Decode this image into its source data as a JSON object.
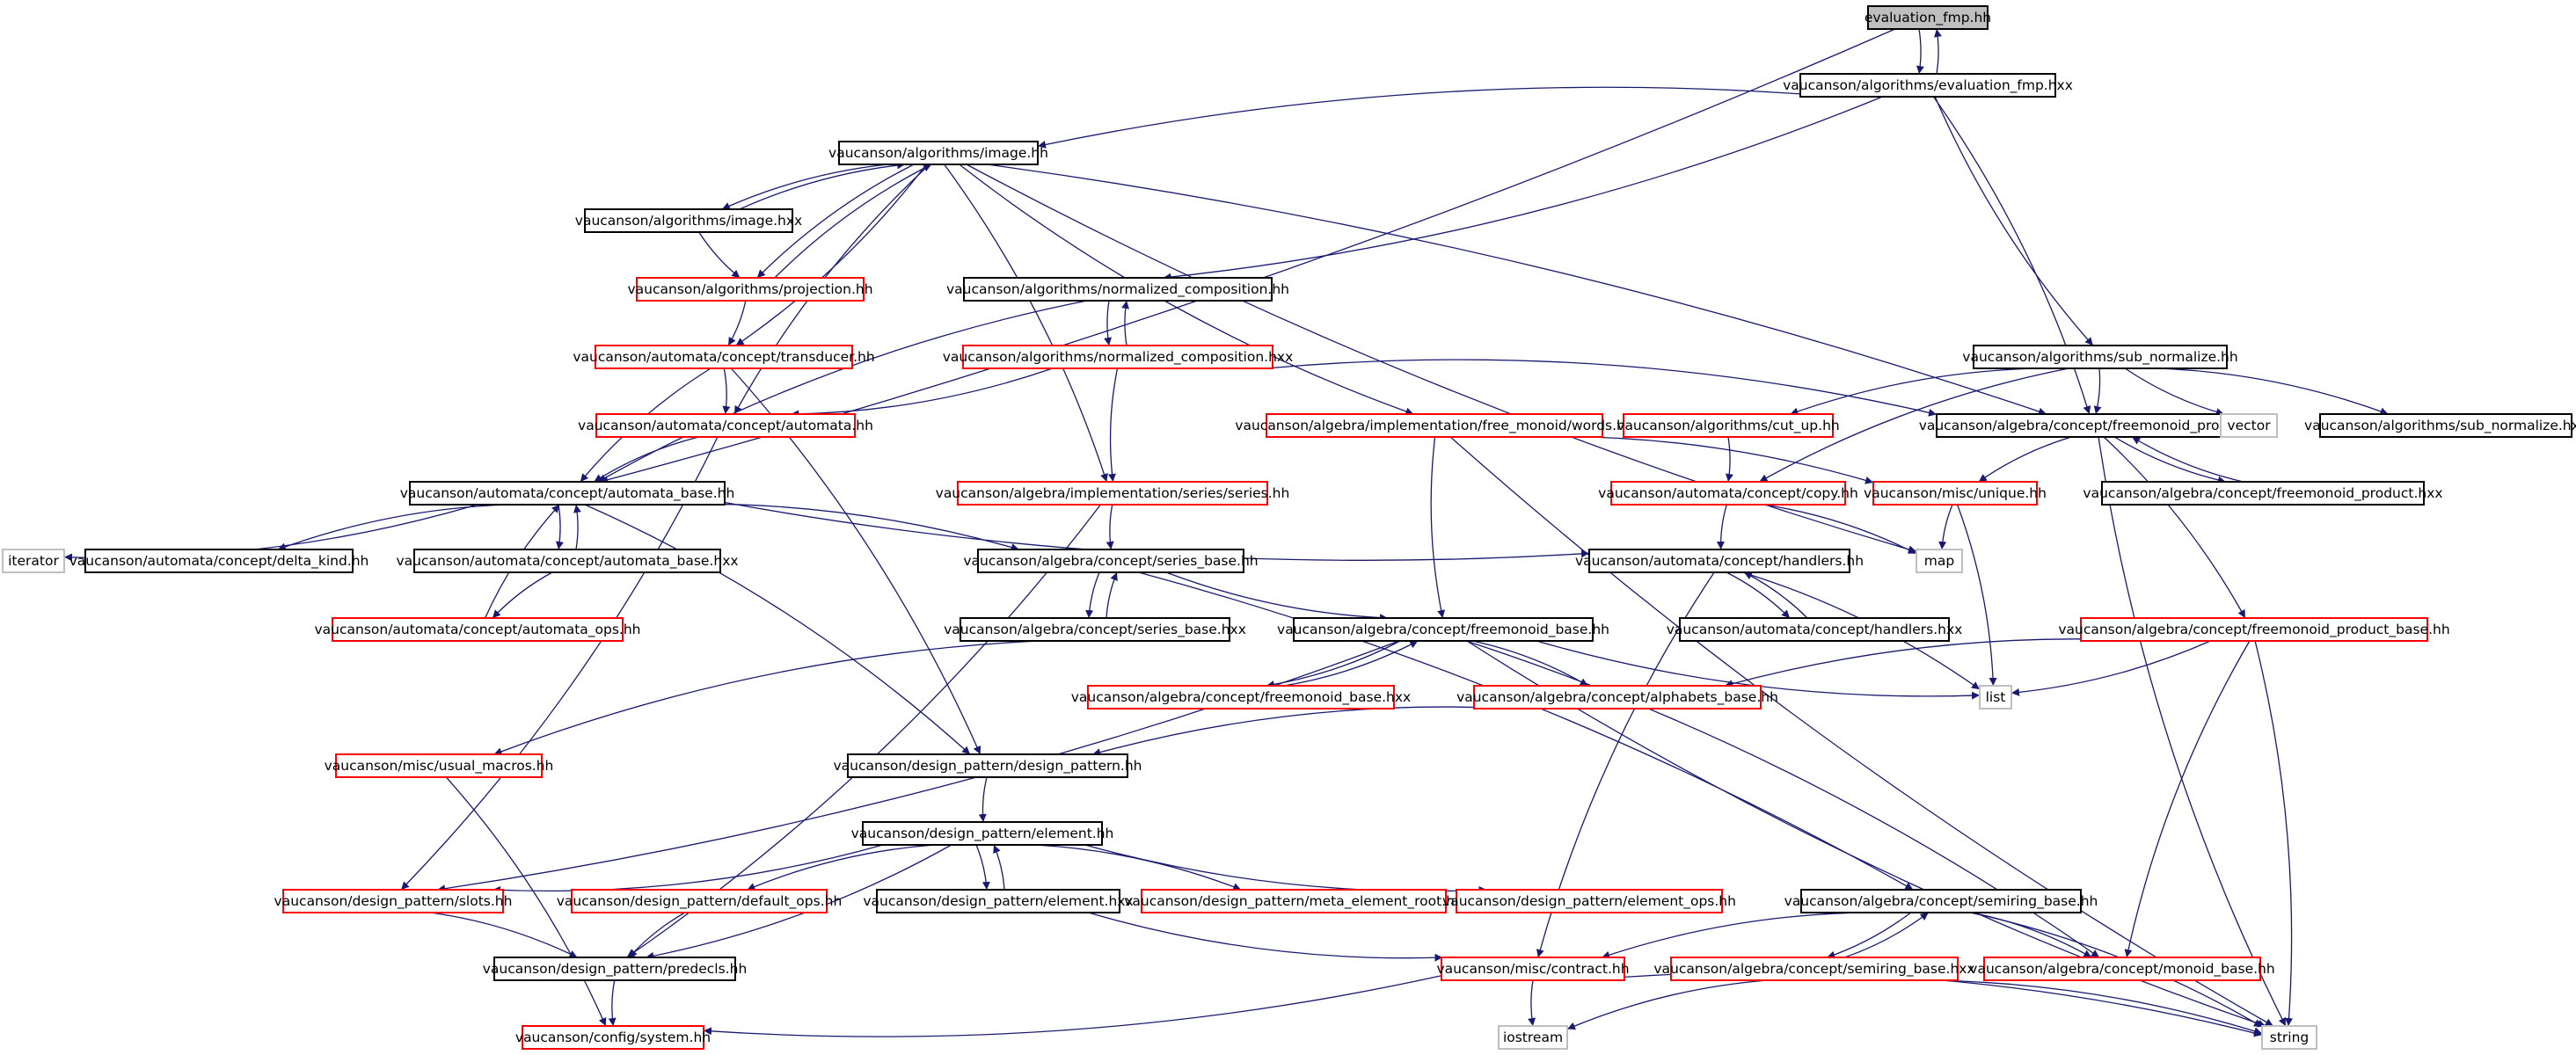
{
  "colors": {
    "edge": "#191970",
    "documented_border": "#000000",
    "undocumented_border": "#ff0000",
    "system_border": "#bfbfbf",
    "root_fill": "#bfbfbf"
  },
  "nodes": [
    {
      "id": "evaluation_fmp_hh",
      "label": "evaluation_fmp.hh",
      "kind": "root"
    },
    {
      "id": "evaluation_fmp_hxx",
      "label": "vaucanson/algorithms/evaluation_fmp.hxx",
      "kind": "black"
    },
    {
      "id": "image_hh",
      "label": "vaucanson/algorithms/image.hh",
      "kind": "black"
    },
    {
      "id": "image_hxx",
      "label": "vaucanson/algorithms/image.hxx",
      "kind": "black"
    },
    {
      "id": "projection_hh",
      "label": "vaucanson/algorithms/projection.hh",
      "kind": "red"
    },
    {
      "id": "norm_comp_hh",
      "label": "vaucanson/algorithms/normalized_composition.hh",
      "kind": "black"
    },
    {
      "id": "norm_comp_hxx",
      "label": "vaucanson/algorithms/normalized_composition.hxx",
      "kind": "red"
    },
    {
      "id": "sub_normalize_hh",
      "label": "vaucanson/algorithms/sub_normalize.hh",
      "kind": "black"
    },
    {
      "id": "sub_normalize_hxx",
      "label": "vaucanson/algorithms/sub_normalize.hxx",
      "kind": "black"
    },
    {
      "id": "transducer_hh",
      "label": "vaucanson/automata/concept/transducer.hh",
      "kind": "red"
    },
    {
      "id": "automata_hh",
      "label": "vaucanson/automata/concept/automata.hh",
      "kind": "red"
    },
    {
      "id": "words_hh",
      "label": "vaucanson/algebra/implementation/free_monoid/words.hh",
      "kind": "red"
    },
    {
      "id": "cut_up_hh",
      "label": "vaucanson/algorithms/cut_up.hh",
      "kind": "red"
    },
    {
      "id": "freemonoid_product_hh",
      "label": "vaucanson/algebra/concept/freemonoid_product.hh",
      "kind": "black"
    },
    {
      "id": "vector",
      "label": "vector",
      "kind": "gray"
    },
    {
      "id": "automata_base_hh",
      "label": "vaucanson/automata/concept/automata_base.hh",
      "kind": "black"
    },
    {
      "id": "series_hh",
      "label": "vaucanson/algebra/implementation/series/series.hh",
      "kind": "red"
    },
    {
      "id": "copy_hh",
      "label": "vaucanson/automata/concept/copy.hh",
      "kind": "red"
    },
    {
      "id": "unique_hh",
      "label": "vaucanson/misc/unique.hh",
      "kind": "red"
    },
    {
      "id": "freemonoid_product_hxx",
      "label": "vaucanson/algebra/concept/freemonoid_product.hxx",
      "kind": "black"
    },
    {
      "id": "iterator",
      "label": "iterator",
      "kind": "gray"
    },
    {
      "id": "delta_kind_hh",
      "label": "vaucanson/automata/concept/delta_kind.hh",
      "kind": "black"
    },
    {
      "id": "automata_base_hxx",
      "label": "vaucanson/automata/concept/automata_base.hxx",
      "kind": "black"
    },
    {
      "id": "series_base_hh",
      "label": "vaucanson/algebra/concept/series_base.hh",
      "kind": "black"
    },
    {
      "id": "handlers_hh",
      "label": "vaucanson/automata/concept/handlers.hh",
      "kind": "black"
    },
    {
      "id": "map",
      "label": "map",
      "kind": "gray"
    },
    {
      "id": "automata_ops_hh",
      "label": "vaucanson/automata/concept/automata_ops.hh",
      "kind": "red"
    },
    {
      "id": "series_base_hxx",
      "label": "vaucanson/algebra/concept/series_base.hxx",
      "kind": "black"
    },
    {
      "id": "freemonoid_base_hh",
      "label": "vaucanson/algebra/concept/freemonoid_base.hh",
      "kind": "black"
    },
    {
      "id": "handlers_hxx",
      "label": "vaucanson/automata/concept/handlers.hxx",
      "kind": "black"
    },
    {
      "id": "freemonoid_product_base_hh",
      "label": "vaucanson/algebra/concept/freemonoid_product_base.hh",
      "kind": "red"
    },
    {
      "id": "freemonoid_base_hxx",
      "label": "vaucanson/algebra/concept/freemonoid_base.hxx",
      "kind": "red"
    },
    {
      "id": "alphabets_base_hh",
      "label": "vaucanson/algebra/concept/alphabets_base.hh",
      "kind": "red"
    },
    {
      "id": "list",
      "label": "list",
      "kind": "gray"
    },
    {
      "id": "usual_macros_hh",
      "label": "vaucanson/misc/usual_macros.hh",
      "kind": "red"
    },
    {
      "id": "design_pattern_hh",
      "label": "vaucanson/design_pattern/design_pattern.hh",
      "kind": "black"
    },
    {
      "id": "element_hh",
      "label": "vaucanson/design_pattern/element.hh",
      "kind": "black"
    },
    {
      "id": "slots_hh",
      "label": "vaucanson/design_pattern/slots.hh",
      "kind": "red"
    },
    {
      "id": "default_ops_hh",
      "label": "vaucanson/design_pattern/default_ops.hh",
      "kind": "red"
    },
    {
      "id": "element_hxx",
      "label": "vaucanson/design_pattern/element.hxx",
      "kind": "black"
    },
    {
      "id": "meta_element_root_hh",
      "label": "vaucanson/design_pattern/meta_element_root.hh",
      "kind": "red"
    },
    {
      "id": "element_ops_hh",
      "label": "vaucanson/design_pattern/element_ops.hh",
      "kind": "red"
    },
    {
      "id": "semiring_base_hh",
      "label": "vaucanson/algebra/concept/semiring_base.hh",
      "kind": "black"
    },
    {
      "id": "predecls_hh",
      "label": "vaucanson/design_pattern/predecls.hh",
      "kind": "black"
    },
    {
      "id": "contract_hh",
      "label": "vaucanson/misc/contract.hh",
      "kind": "red"
    },
    {
      "id": "semiring_base_hxx",
      "label": "vaucanson/algebra/concept/semiring_base.hxx",
      "kind": "red"
    },
    {
      "id": "monoid_base_hh",
      "label": "vaucanson/algebra/concept/monoid_base.hh",
      "kind": "red"
    },
    {
      "id": "system_hh",
      "label": "vaucanson/config/system.hh",
      "kind": "red"
    },
    {
      "id": "iostream",
      "label": "iostream",
      "kind": "gray"
    },
    {
      "id": "string",
      "label": "string",
      "kind": "gray"
    }
  ],
  "edges": [
    [
      "evaluation_fmp_hh",
      "evaluation_fmp_hxx"
    ],
    [
      "evaluation_fmp_hxx",
      "evaluation_fmp_hh"
    ],
    [
      "evaluation_fmp_hh",
      "automata_base_hh"
    ],
    [
      "evaluation_fmp_hxx",
      "image_hh"
    ],
    [
      "evaluation_fmp_hxx",
      "norm_comp_hh"
    ],
    [
      "evaluation_fmp_hxx",
      "sub_normalize_hh"
    ],
    [
      "evaluation_fmp_hxx",
      "freemonoid_product_hh"
    ],
    [
      "image_hh",
      "image_hxx"
    ],
    [
      "image_hxx",
      "image_hh"
    ],
    [
      "image_hh",
      "projection_hh"
    ],
    [
      "projection_hh",
      "image_hh"
    ],
    [
      "image_hxx",
      "projection_hh"
    ],
    [
      "image_hh",
      "transducer_hh"
    ],
    [
      "image_hh",
      "automata_hh"
    ],
    [
      "image_hh",
      "series_hh"
    ],
    [
      "image_hh",
      "words_hh"
    ],
    [
      "image_hh",
      "freemonoid_product_hh"
    ],
    [
      "image_hh",
      "map"
    ],
    [
      "projection_hh",
      "transducer_hh"
    ],
    [
      "norm_comp_hh",
      "norm_comp_hxx"
    ],
    [
      "norm_comp_hxx",
      "norm_comp_hh"
    ],
    [
      "norm_comp_hh",
      "automata_base_hh"
    ],
    [
      "norm_comp_hxx",
      "automata_hh"
    ],
    [
      "norm_comp_hxx",
      "series_hh"
    ],
    [
      "norm_comp_hxx",
      "freemonoid_product_hh"
    ],
    [
      "sub_normalize_hh",
      "cut_up_hh"
    ],
    [
      "sub_normalize_hh",
      "freemonoid_product_hh"
    ],
    [
      "sub_normalize_hh",
      "vector"
    ],
    [
      "sub_normalize_hh",
      "sub_normalize_hxx"
    ],
    [
      "sub_normalize_hh",
      "copy_hh"
    ],
    [
      "transducer_hh",
      "automata_hh"
    ],
    [
      "transducer_hh",
      "automata_base_hh"
    ],
    [
      "transducer_hh",
      "design_pattern_hh"
    ],
    [
      "automata_hh",
      "automata_base_hh"
    ],
    [
      "automata_hh",
      "slots_hh"
    ],
    [
      "words_hh",
      "freemonoid_base_hh"
    ],
    [
      "words_hh",
      "unique_hh"
    ],
    [
      "words_hh",
      "string"
    ],
    [
      "cut_up_hh",
      "copy_hh"
    ],
    [
      "freemonoid_product_hh",
      "freemonoid_product_hxx"
    ],
    [
      "freemonoid_product_hxx",
      "freemonoid_product_hh"
    ],
    [
      "freemonoid_product_hh",
      "unique_hh"
    ],
    [
      "freemonoid_product_hh",
      "freemonoid_product_base_hh"
    ],
    [
      "freemonoid_product_hh",
      "string"
    ],
    [
      "automata_base_hh",
      "iterator"
    ],
    [
      "automata_base_hh",
      "delta_kind_hh"
    ],
    [
      "automata_base_hh",
      "automata_base_hxx"
    ],
    [
      "automata_base_hxx",
      "automata_base_hh"
    ],
    [
      "automata_ops_hh",
      "automata_base_hh"
    ],
    [
      "automata_base_hxx",
      "automata_ops_hh"
    ],
    [
      "automata_base_hh",
      "series_base_hh"
    ],
    [
      "automata_base_hh",
      "handlers_hh"
    ],
    [
      "automata_base_hh",
      "design_pattern_hh"
    ],
    [
      "series_hh",
      "series_base_hh"
    ],
    [
      "series_hh",
      "predecls_hh"
    ],
    [
      "copy_hh",
      "handlers_hh"
    ],
    [
      "copy_hh",
      "map"
    ],
    [
      "unique_hh",
      "map"
    ],
    [
      "unique_hh",
      "list"
    ],
    [
      "series_base_hh",
      "series_base_hxx"
    ],
    [
      "series_base_hxx",
      "series_base_hh"
    ],
    [
      "series_base_hh",
      "freemonoid_base_hh"
    ],
    [
      "series_base_hh",
      "semiring_base_hh"
    ],
    [
      "series_base_hxx",
      "usual_macros_hh"
    ],
    [
      "handlers_hh",
      "handlers_hxx"
    ],
    [
      "handlers_hxx",
      "handlers_hh"
    ],
    [
      "handlers_hh",
      "list"
    ],
    [
      "handlers_hh",
      "contract_hh"
    ],
    [
      "freemonoid_base_hh",
      "freemonoid_base_hxx"
    ],
    [
      "freemonoid_base_hxx",
      "freemonoid_base_hh"
    ],
    [
      "freemonoid_base_hh",
      "alphabets_base_hh"
    ],
    [
      "freemonoid_base_hh",
      "list"
    ],
    [
      "freemonoid_base_hh",
      "monoid_base_hh"
    ],
    [
      "freemonoid_base_hh",
      "string"
    ],
    [
      "freemonoid_base_hh",
      "slots_hh"
    ],
    [
      "freemonoid_product_base_hh",
      "alphabets_base_hh"
    ],
    [
      "freemonoid_product_base_hh",
      "list"
    ],
    [
      "freemonoid_product_base_hh",
      "monoid_base_hh"
    ],
    [
      "freemonoid_product_base_hh",
      "string"
    ],
    [
      "alphabets_base_hh",
      "design_pattern_hh"
    ],
    [
      "usual_macros_hh",
      "system_hh"
    ],
    [
      "design_pattern_hh",
      "element_hh"
    ],
    [
      "element_hh",
      "slots_hh"
    ],
    [
      "element_hh",
      "default_ops_hh"
    ],
    [
      "element_hh",
      "element_hxx"
    ],
    [
      "element_hxx",
      "element_hh"
    ],
    [
      "element_hh",
      "meta_element_root_hh"
    ],
    [
      "element_hh",
      "element_ops_hh"
    ],
    [
      "element_hh",
      "predecls_hh"
    ],
    [
      "element_hxx",
      "contract_hh"
    ],
    [
      "slots_hh",
      "predecls_hh"
    ],
    [
      "default_ops_hh",
      "predecls_hh"
    ],
    [
      "semiring_base_hh",
      "semiring_base_hxx"
    ],
    [
      "semiring_base_hxx",
      "semiring_base_hh"
    ],
    [
      "semiring_base_hh",
      "monoid_base_hh"
    ],
    [
      "semiring_base_hh",
      "contract_hh"
    ],
    [
      "semiring_base_hh",
      "string"
    ],
    [
      "semiring_base_hxx",
      "iostream"
    ],
    [
      "semiring_base_hxx",
      "string"
    ],
    [
      "predecls_hh",
      "system_hh"
    ],
    [
      "contract_hh",
      "system_hh"
    ],
    [
      "contract_hh",
      "iostream"
    ],
    [
      "contract_hh",
      "string"
    ]
  ]
}
